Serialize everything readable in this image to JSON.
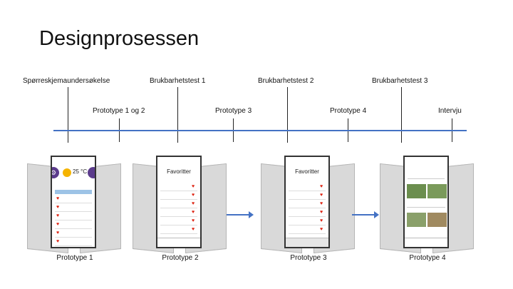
{
  "title": "Designprosessen",
  "timeline": {
    "upper_labels": [
      "Spørreskjemaundersøkelse",
      "Brukbarhetstest 1",
      "Brukbarhetstest 2",
      "Brukbarhetstest 3"
    ],
    "lower_labels": [
      "Prototype 1 og 2",
      "Prototype 3",
      "Prototype 4",
      "Intervju"
    ],
    "color": "#4472c4"
  },
  "prototypes": [
    {
      "label": "Prototype 1",
      "temp": "25 °C"
    },
    {
      "label": "Prototype 2",
      "heading": "Favoritter"
    },
    {
      "label": "Prototype 3",
      "heading": "Favoritter"
    },
    {
      "label": "Prototype 4"
    }
  ]
}
